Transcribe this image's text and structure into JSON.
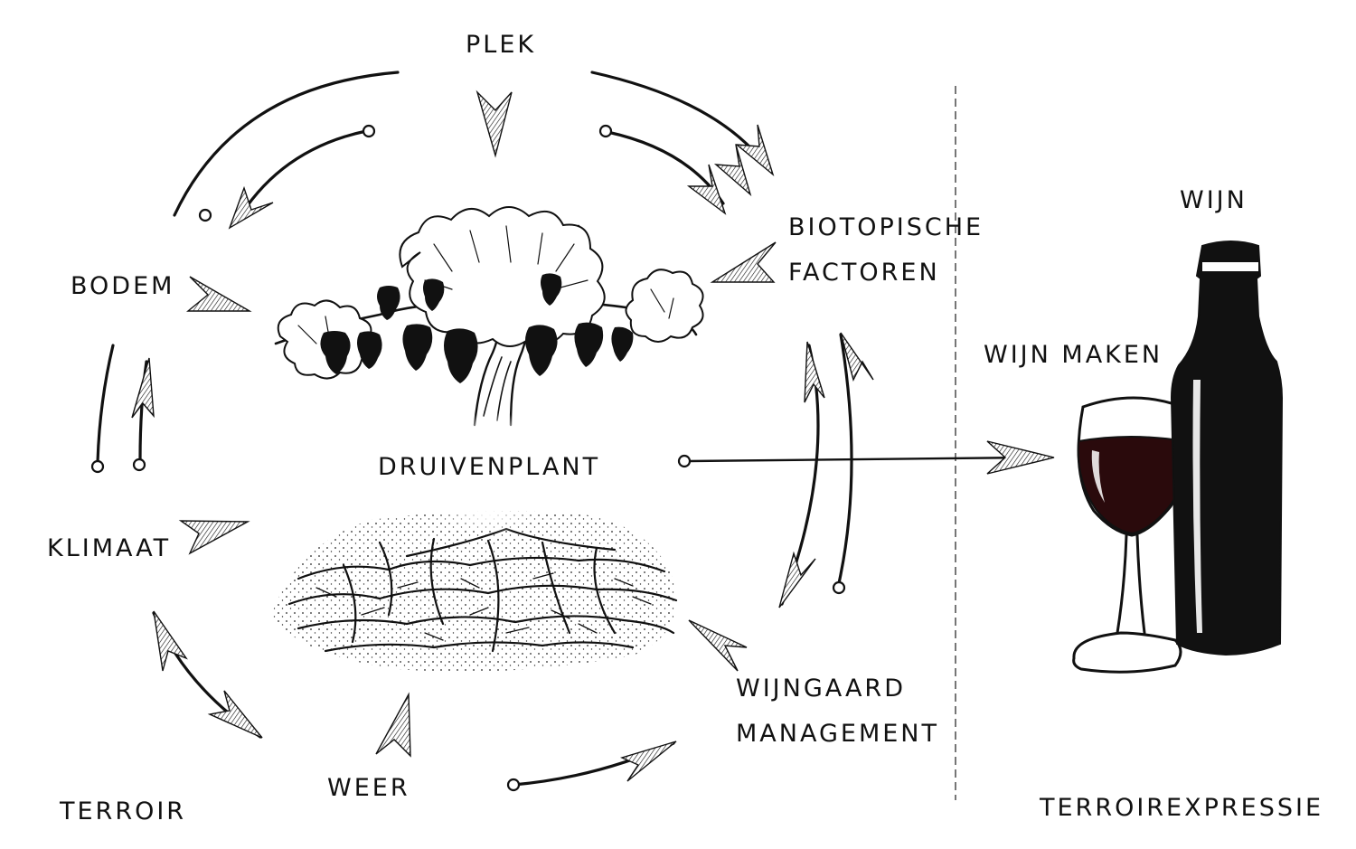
{
  "labels": {
    "plek": "PLEK",
    "biotopische_line1": "BIOTOPISCHE",
    "biotopische_line2": "FACTOREN",
    "bodem": "BODEM",
    "klimaat": "KLIMAAT",
    "weer": "WEER",
    "wijngaard_line1": "WIJNGAARD",
    "wijngaard_line2": "MANAGEMENT",
    "druivenplant": "DRUIVENPLANT",
    "terroir": "TERROIR",
    "wijn_maken": "WIJN MAKEN",
    "wijn": "WIJN",
    "terroirexpressie": "TERROIREXPRESSIE"
  },
  "illustrations": {
    "vine": "grapevine-illustration",
    "soil": "vineyard-soil-illustration",
    "glass": "wine-glass-illustration",
    "bottle": "wine-bottle-illustration"
  },
  "colors": {
    "ink": "#111111",
    "wine": "#2a0a0c",
    "background": "#ffffff"
  }
}
